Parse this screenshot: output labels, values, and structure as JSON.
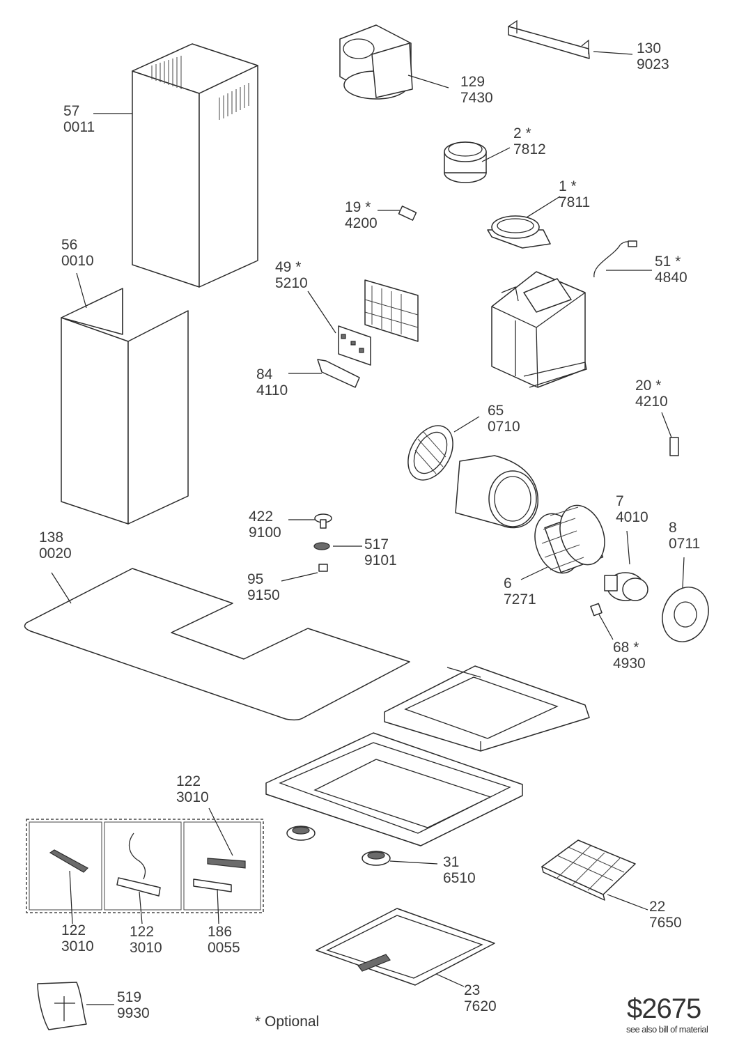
{
  "parts": [
    {
      "id": "57",
      "code": "0011"
    },
    {
      "id": "56",
      "code": "0010"
    },
    {
      "id": "129",
      "code": "7430"
    },
    {
      "id": "130",
      "code": "9023"
    },
    {
      "id": "2 *",
      "code": "7812"
    },
    {
      "id": "1 *",
      "code": "7811"
    },
    {
      "id": "19 *",
      "code": "4200"
    },
    {
      "id": "49 *",
      "code": "5210"
    },
    {
      "id": "51 *",
      "code": "4840"
    },
    {
      "id": "84",
      "code": "4110"
    },
    {
      "id": "20 *",
      "code": "4210"
    },
    {
      "id": "65",
      "code": "0710"
    },
    {
      "id": "7",
      "code": "4010"
    },
    {
      "id": "8",
      "code": "0711"
    },
    {
      "id": "422",
      "code": "9100"
    },
    {
      "id": "517",
      "code": "9101"
    },
    {
      "id": "95",
      "code": "9150"
    },
    {
      "id": "138",
      "code": "0020"
    },
    {
      "id": "6",
      "code": "7271"
    },
    {
      "id": "68 *",
      "code": "4930"
    },
    {
      "id": "122",
      "code": "3010"
    },
    {
      "id": "31",
      "code": "6510"
    },
    {
      "id": "122",
      "code": "3010"
    },
    {
      "id": "122",
      "code": "3010"
    },
    {
      "id": "186",
      "code": "0055"
    },
    {
      "id": "22",
      "code": "7650"
    },
    {
      "id": "23",
      "code": "7620"
    },
    {
      "id": "519",
      "code": "9930"
    }
  ],
  "footnote": "* Optional",
  "price": "$2675",
  "price_note": "see also bill of material"
}
